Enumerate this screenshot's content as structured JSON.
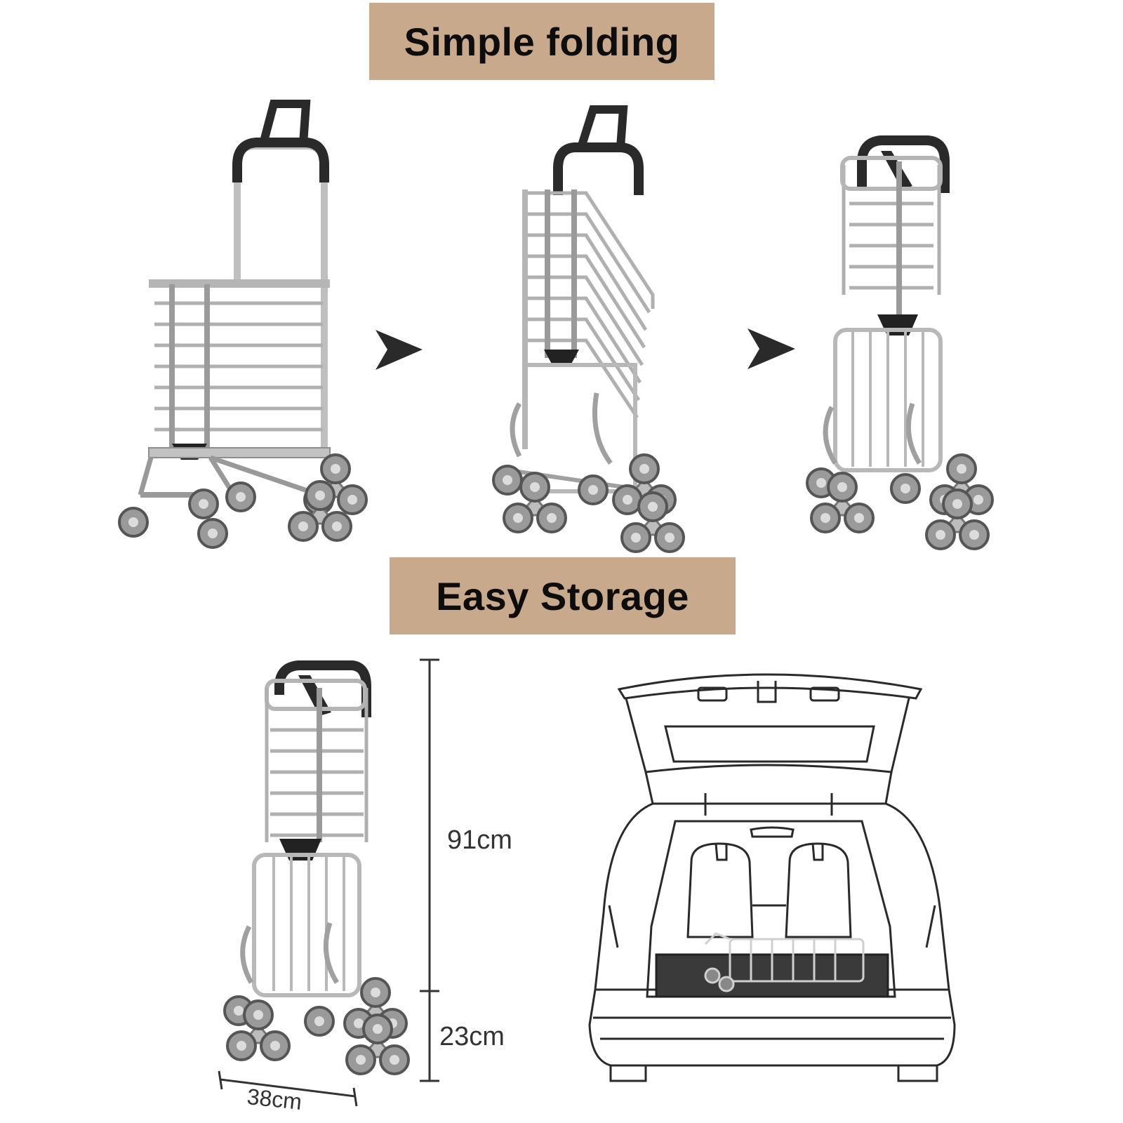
{
  "banners": {
    "top": "Simple folding",
    "bottom": "Easy Storage"
  },
  "dimensions": {
    "height_upper": "91cm",
    "height_lower": "23cm",
    "width": "38cm"
  },
  "colors": {
    "banner_background": "#c8a98b",
    "banner_text": "#0d0d0d",
    "frame": "#a9a9a9",
    "handle": "#2a2a2a",
    "wheel": "#8c8c8c"
  },
  "icons": [
    "arrow-right-icon",
    "shopping-trolley-icon",
    "car-trunk-icon"
  ]
}
